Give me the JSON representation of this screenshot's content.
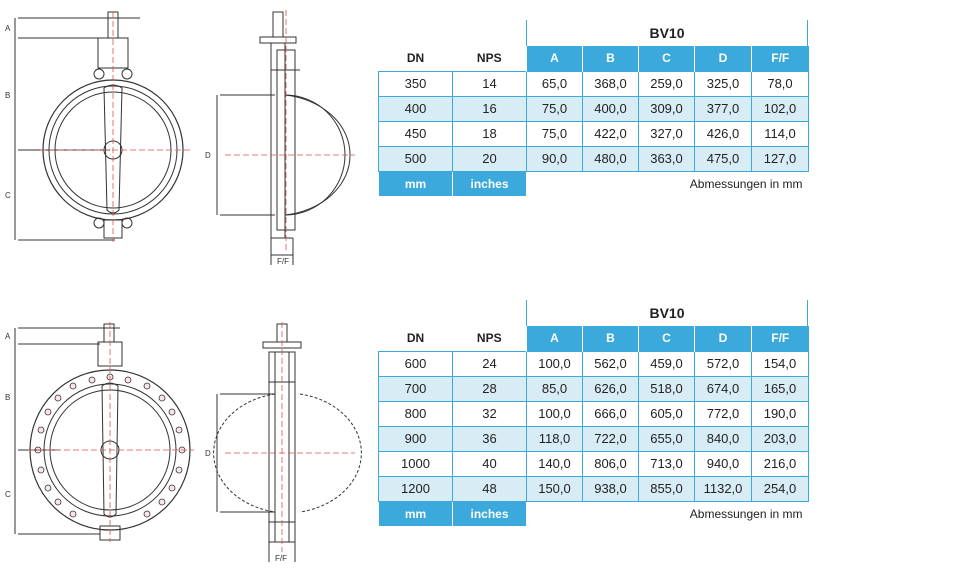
{
  "dimension_labels": {
    "a": "A",
    "b": "B",
    "c": "C",
    "d": "D",
    "ff": "F/F"
  },
  "tables": [
    {
      "title": "BV10",
      "headers": [
        "DN",
        "NPS",
        "A",
        "B",
        "C",
        "D",
        "F/F"
      ],
      "rows": [
        [
          "350",
          "14",
          "65,0",
          "368,0",
          "259,0",
          "325,0",
          "78,0"
        ],
        [
          "400",
          "16",
          "75,0",
          "400,0",
          "309,0",
          "377,0",
          "102,0"
        ],
        [
          "450",
          "18",
          "75,0",
          "422,0",
          "327,0",
          "426,0",
          "114,0"
        ],
        [
          "500",
          "20",
          "90,0",
          "480,0",
          "363,0",
          "475,0",
          "127,0"
        ]
      ],
      "units": [
        "mm",
        "inches"
      ],
      "note": "Abmessungen in mm"
    },
    {
      "title": "BV10",
      "headers": [
        "DN",
        "NPS",
        "A",
        "B",
        "C",
        "D",
        "F/F"
      ],
      "rows": [
        [
          "600",
          "24",
          "100,0",
          "562,0",
          "459,0",
          "572,0",
          "154,0"
        ],
        [
          "700",
          "28",
          "85,0",
          "626,0",
          "518,0",
          "674,0",
          "165,0"
        ],
        [
          "800",
          "32",
          "100,0",
          "666,0",
          "605,0",
          "772,0",
          "190,0"
        ],
        [
          "900",
          "36",
          "118,0",
          "722,0",
          "655,0",
          "840,0",
          "203,0"
        ],
        [
          "1000",
          "40",
          "140,0",
          "806,0",
          "713,0",
          "940,0",
          "216,0"
        ],
        [
          "1200",
          "48",
          "150,0",
          "938,0",
          "855,0",
          "1132,0",
          "254,0"
        ]
      ],
      "units": [
        "mm",
        "inches"
      ],
      "note": "Abmessungen in mm"
    }
  ]
}
